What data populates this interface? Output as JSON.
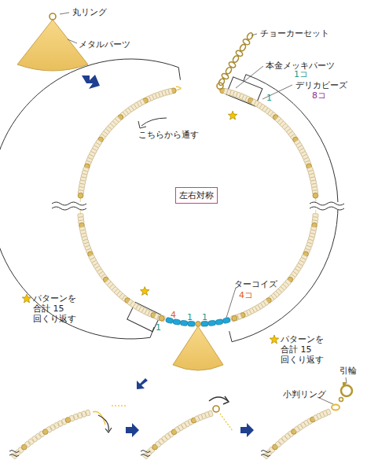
{
  "diagram": {
    "nodes": [
      {
        "text": [
          "左右対称"
        ]
      }
    ],
    "labels": [
      "丸リング",
      "メタルパーツ",
      "チョーカーセット",
      "本金メッキパーツ",
      "1コ",
      "デリカビーズ",
      "8コ",
      "1",
      "こちらから通す",
      "ターコイズ",
      "4コ",
      "4",
      "1",
      "1",
      "1",
      "パターンを 合計 15 回くり返す",
      "パターンを 合計 15 回くり返す",
      "小判リング",
      "引輪"
    ]
  }
}
